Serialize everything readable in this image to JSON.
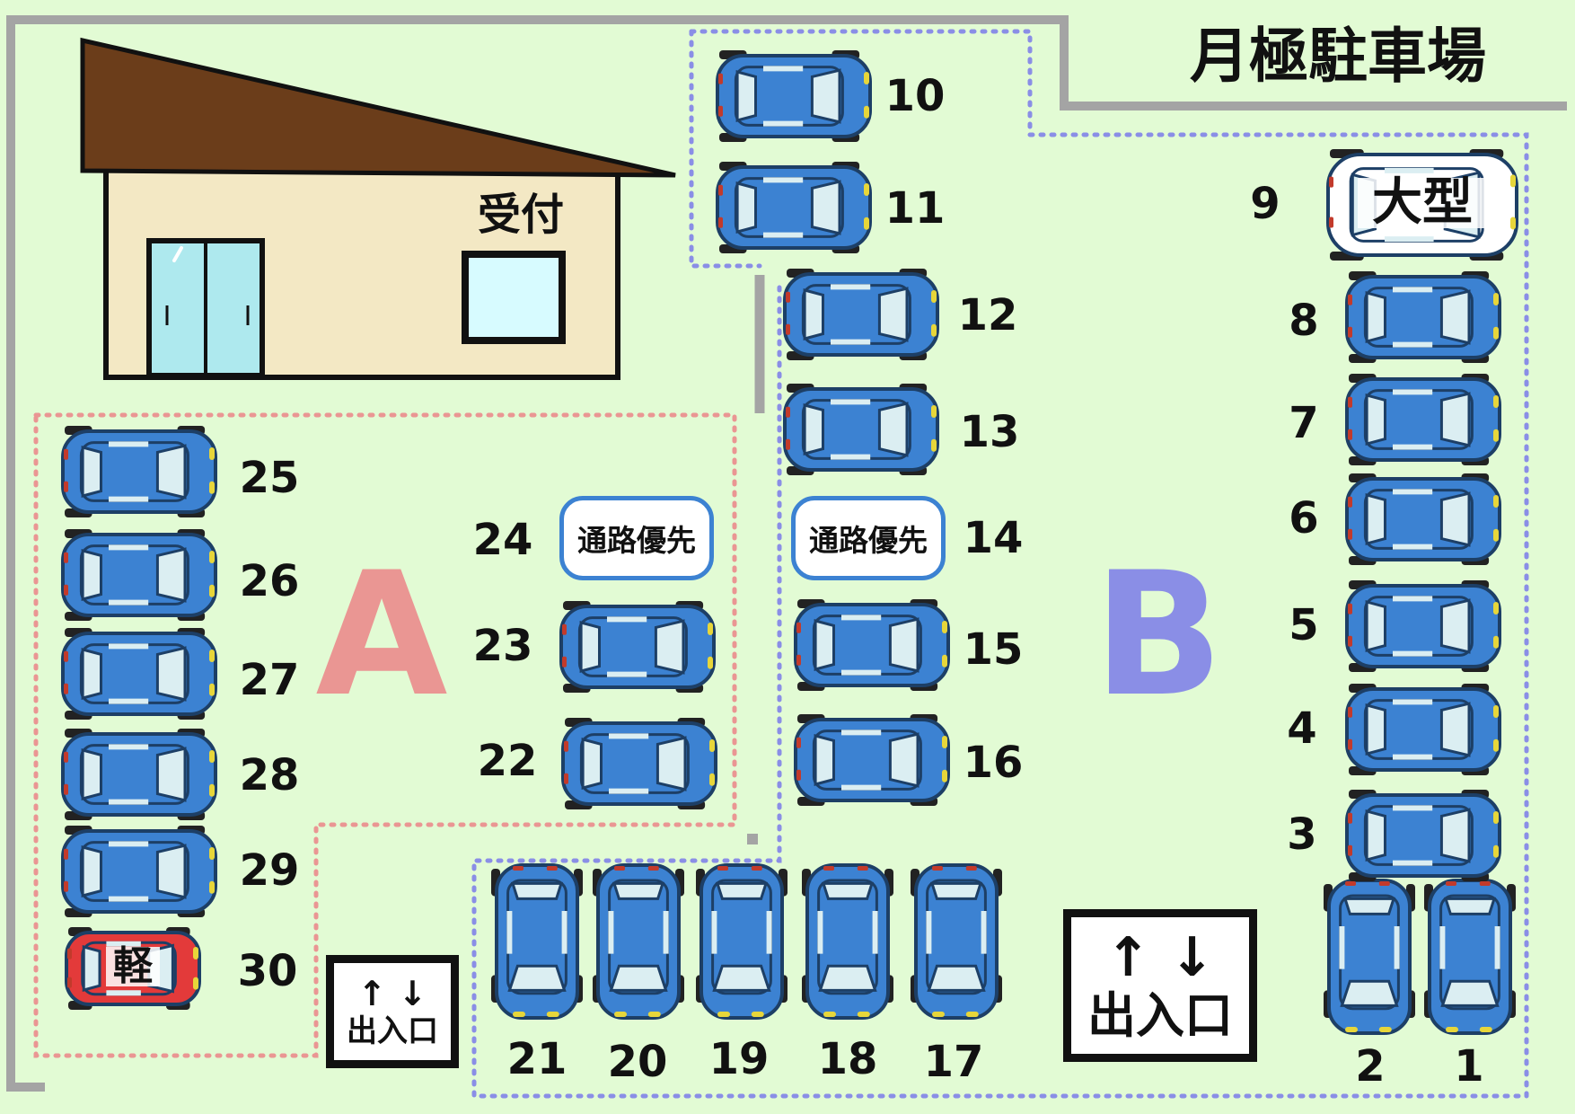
{
  "title": "月極駐車場",
  "building": {
    "reception_label": "受付"
  },
  "zones": {
    "a": "A",
    "b": "B"
  },
  "colors": {
    "background": "#e2fbd4",
    "car": "#3c82d2",
    "kei_car": "#e33a3a",
    "large_car": "#ffffff",
    "zone_a": "#ea9693",
    "zone_b": "#8a8ee6",
    "roof": "#6b3d1a",
    "wall": "#f3e8c4",
    "wall_line": "#a4a4a4"
  },
  "entrances": {
    "small": {
      "arrows": "↑ ↓",
      "label": "出入口"
    },
    "large": {
      "arrows": "↑ ↓",
      "label": "出入口"
    }
  },
  "spaces": [
    {
      "id": "s1",
      "number": "1",
      "type": "car"
    },
    {
      "id": "s2",
      "number": "2",
      "type": "car"
    },
    {
      "id": "s3",
      "number": "3",
      "type": "car"
    },
    {
      "id": "s4",
      "number": "4",
      "type": "car"
    },
    {
      "id": "s5",
      "number": "5",
      "type": "car"
    },
    {
      "id": "s6",
      "number": "6",
      "type": "car"
    },
    {
      "id": "s7",
      "number": "7",
      "type": "car"
    },
    {
      "id": "s8",
      "number": "8",
      "type": "car"
    },
    {
      "id": "s9",
      "number": "9",
      "type": "large",
      "tag": "大型"
    },
    {
      "id": "s10",
      "number": "10",
      "type": "car"
    },
    {
      "id": "s11",
      "number": "11",
      "type": "car"
    },
    {
      "id": "s12",
      "number": "12",
      "type": "car"
    },
    {
      "id": "s13",
      "number": "13",
      "type": "car"
    },
    {
      "id": "s14",
      "number": "14",
      "type": "priority",
      "tag": "通路優先"
    },
    {
      "id": "s15",
      "number": "15",
      "type": "car"
    },
    {
      "id": "s16",
      "number": "16",
      "type": "car"
    },
    {
      "id": "s17",
      "number": "17",
      "type": "car"
    },
    {
      "id": "s18",
      "number": "18",
      "type": "car"
    },
    {
      "id": "s19",
      "number": "19",
      "type": "car"
    },
    {
      "id": "s20",
      "number": "20",
      "type": "car"
    },
    {
      "id": "s21",
      "number": "21",
      "type": "car"
    },
    {
      "id": "s22",
      "number": "22",
      "type": "car"
    },
    {
      "id": "s23",
      "number": "23",
      "type": "car"
    },
    {
      "id": "s24",
      "number": "24",
      "type": "priority",
      "tag": "通路優先"
    },
    {
      "id": "s25",
      "number": "25",
      "type": "car"
    },
    {
      "id": "s26",
      "number": "26",
      "type": "car"
    },
    {
      "id": "s27",
      "number": "27",
      "type": "car"
    },
    {
      "id": "s28",
      "number": "28",
      "type": "car"
    },
    {
      "id": "s29",
      "number": "29",
      "type": "car"
    },
    {
      "id": "s30",
      "number": "30",
      "type": "kei",
      "tag": "軽"
    }
  ]
}
